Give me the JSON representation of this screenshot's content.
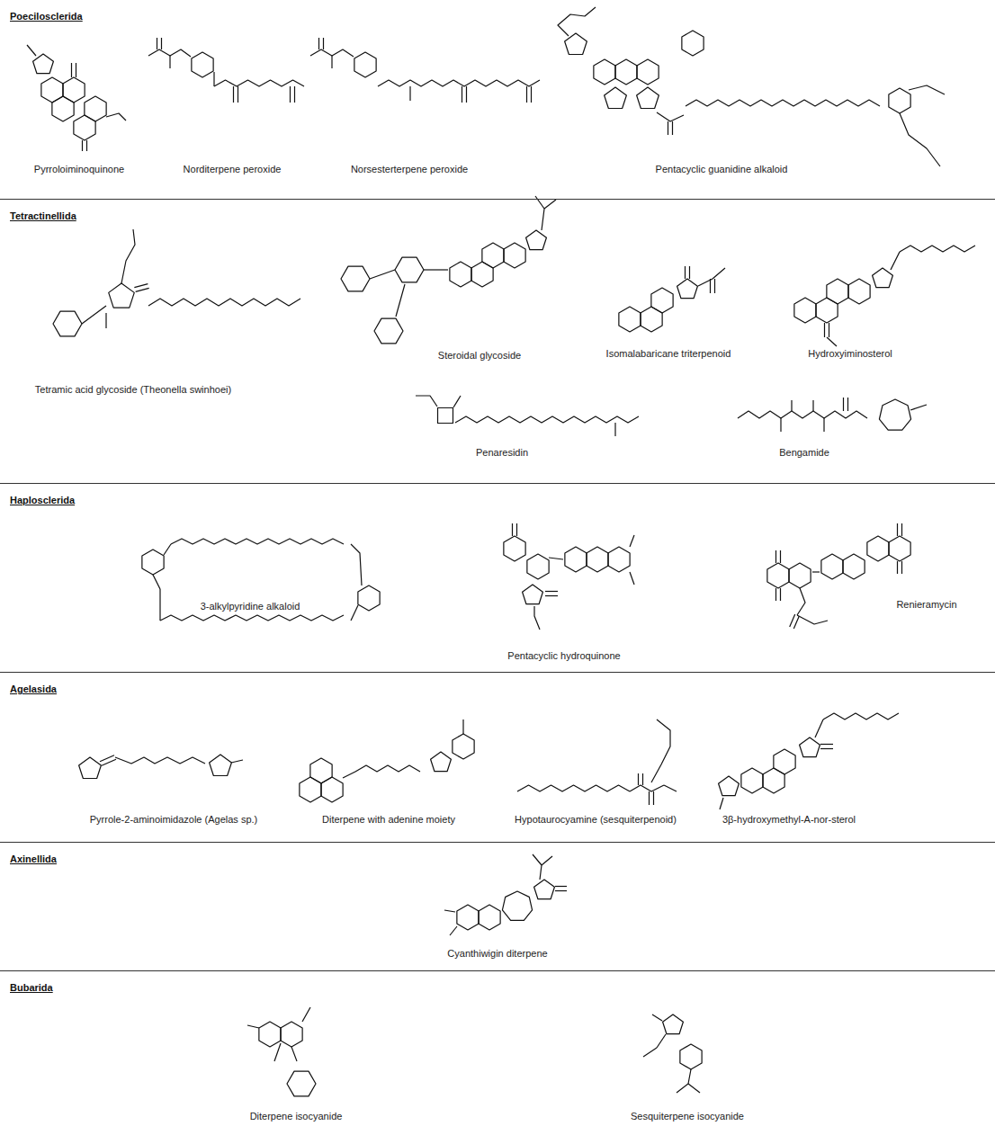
{
  "diagram": {
    "nodes": [
      {
        "text": [
          "Poecilosclerida"
        ]
      },
      {
        "text": [
          "Tetractinellida"
        ]
      },
      {
        "text": [
          "Haplosclerida"
        ]
      },
      {
        "text": [
          "Agelasida"
        ]
      },
      {
        "text": [
          "Axinellida"
        ]
      },
      {
        "text": [
          "Bubarida"
        ]
      }
    ],
    "labels": [
      "Pyrroloiminoquinone",
      "Norditerpene peroxide",
      "Norsesterterpene peroxide",
      "Pentacyclic guanidine alkaloid",
      "Tetramic acid glycoside (Theonella swinhoei)",
      "Steroidal glycoside",
      "Isomalabaricane triterpenoid",
      "Hydroxyiminosterol",
      "Penaresidin",
      "Bengamide",
      "3-alkylpyridine alkaloid",
      "Pentacyclic hydroquinone",
      "Renieramycin",
      "Pyrrole-2-aminoimidazole (Agelas sp.)",
      "Diterpene with adenine moiety",
      "Hypotaurocyamine (sesquiterpenoid)",
      "3β-hydroxymethyl-A-nor-sterol",
      "Cyanthiwigin diterpene",
      "Diterpene isocyanide",
      "Sesquiterpene isocyanide"
    ]
  }
}
